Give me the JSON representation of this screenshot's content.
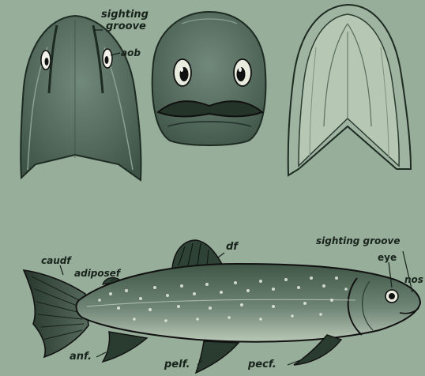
{
  "plate": {
    "head_views": {
      "labels": {
        "sighting_groove": "sighting",
        "sighting_groove_2": "groove",
        "aob": "aob"
      }
    },
    "fish": {
      "labels": {
        "df": "df",
        "sighting_groove": "sighting groove",
        "eye": "eye",
        "nos": "nos",
        "caudf": "caudf",
        "adiposef": "adiposef",
        "anf": "anf.",
        "pelf": "pelf.",
        "pecf": "pecf."
      }
    },
    "colors": {
      "paper": "#97ae9a",
      "ink": "#17231b",
      "fish_body": "#5d7365",
      "fish_belly": "#b8c6b5"
    }
  }
}
